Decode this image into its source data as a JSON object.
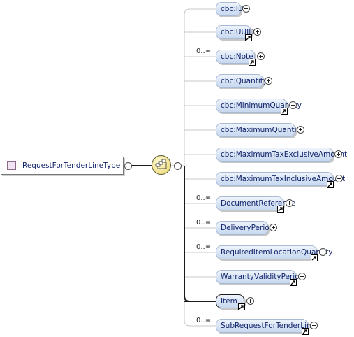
{
  "complex_type": {
    "name": "RequestForTenderLineType"
  },
  "compositor": {
    "kind": "sequence",
    "icon": "sequence-compositor-icon"
  },
  "elements": [
    {
      "label": "cbc:ID",
      "cardinality": "",
      "is_ref": false,
      "required": false
    },
    {
      "label": "cbc:UUID",
      "cardinality": "",
      "is_ref": true,
      "required": false
    },
    {
      "label": "cbc:Note",
      "cardinality": "0..∞",
      "is_ref": true,
      "required": false
    },
    {
      "label": "cbc:Quantity",
      "cardinality": "",
      "is_ref": false,
      "required": false
    },
    {
      "label": "cbc:MinimumQuantity",
      "cardinality": "",
      "is_ref": true,
      "required": false
    },
    {
      "label": "cbc:MaximumQuantity",
      "cardinality": "",
      "is_ref": false,
      "required": false
    },
    {
      "label": "cbc:MaximumTaxExclusiveAmount",
      "cardinality": "",
      "is_ref": false,
      "required": false
    },
    {
      "label": "cbc:MaximumTaxInclusiveAmount",
      "cardinality": "",
      "is_ref": true,
      "required": false
    },
    {
      "label": "DocumentReference",
      "cardinality": "0..∞",
      "is_ref": true,
      "required": false
    },
    {
      "label": "DeliveryPeriod",
      "cardinality": "0..∞",
      "is_ref": false,
      "required": false
    },
    {
      "label": "RequiredItemLocationQuantity",
      "cardinality": "0..∞",
      "is_ref": true,
      "required": false
    },
    {
      "label": "WarrantyValidityPeriod",
      "cardinality": "",
      "is_ref": true,
      "required": false
    },
    {
      "label": "Item",
      "cardinality": "",
      "is_ref": true,
      "required": true
    },
    {
      "label": "SubRequestForTenderLine",
      "cardinality": "0..∞",
      "is_ref": true,
      "required": false
    }
  ],
  "colors": {
    "element_fill": "#d5e2f4",
    "element_border": "#a9bad2",
    "element_text": "#12256b",
    "connector": "#c8c8c8",
    "required_connector": "#1a1a1a",
    "compositor_fill": "#f0e08a"
  }
}
